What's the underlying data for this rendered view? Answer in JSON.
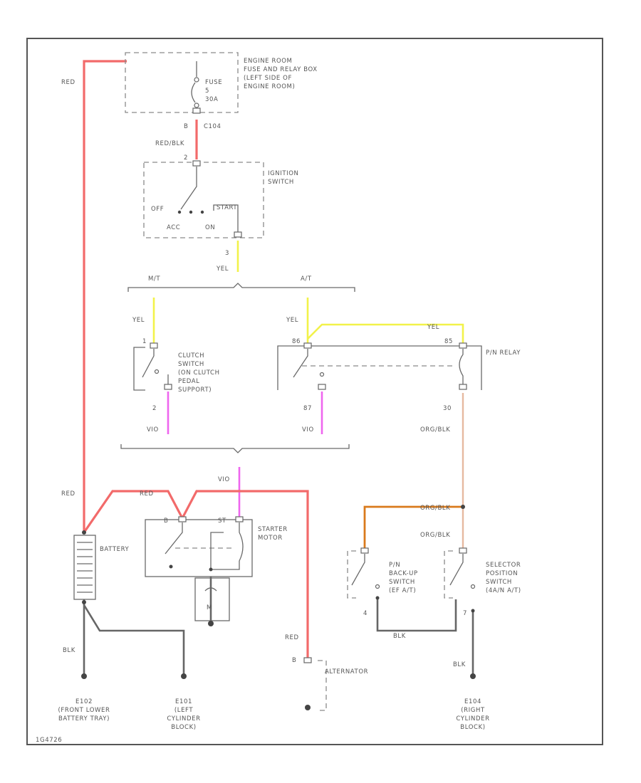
{
  "colors": {
    "red": "#f26a6a",
    "yellow": "#f2f24a",
    "violet": "#ee66ee",
    "orange_black": "#d97a1c",
    "orange_black_tan": "#e6b9a0",
    "black": "#666666",
    "frame": "#555555"
  },
  "wires": {
    "red_top": "RED",
    "red_black": "RED/BLK",
    "yel_main": "YEL",
    "yel_mt": "YEL",
    "yel_at": "YEL",
    "yel_relay": "YEL",
    "vio_clutch": "VIO",
    "vio_pn": "VIO",
    "vio_starter": "VIO",
    "red_battery": "RED",
    "red_starter": "RED",
    "red_alternator": "RED",
    "org_blk_1": "ORG/BLK",
    "org_blk_2": "ORG/BLK",
    "org_blk_3": "ORG/BLK",
    "blk_battery": "BLK",
    "blk_e01": "BLK",
    "blk_switch": "BLK",
    "blk_e04": "BLK"
  },
  "fuse_box": {
    "label": [
      "ENGINE ROOM",
      "FUSE AND RELAY BOX",
      "(LEFT SIDE OF",
      "ENGINE ROOM)"
    ],
    "fuse": [
      "FUSE",
      "5",
      "30A"
    ],
    "connector": "C104",
    "pin": "B"
  },
  "ignition_switch": {
    "label": [
      "IGNITION",
      "SWITCH"
    ],
    "off": "OFF",
    "acc": "ACC",
    "on": "ON",
    "start": "START",
    "pin_top": "2",
    "pin_bottom": "3"
  },
  "branches": {
    "mt": "M/T",
    "at": "A/T"
  },
  "clutch_switch": {
    "label": [
      "CLUTCH",
      "SWITCH",
      "(ON CLUTCH",
      "PEDAL",
      "SUPPORT)"
    ],
    "pin_top": "1",
    "pin_bottom": "2"
  },
  "pn_relay": {
    "label": "P/N RELAY",
    "pin_86": "86",
    "pin_87": "87",
    "pin_85": "85",
    "pin_30": "30"
  },
  "starter": {
    "label": [
      "STARTER",
      "MOTOR"
    ],
    "b": "B",
    "st": "ST",
    "m": "M"
  },
  "battery": {
    "label": "BATTERY"
  },
  "pn_backup": {
    "label": [
      "P/N",
      "BACK-UP",
      "SWITCH",
      "(EF A/T)"
    ],
    "pin": "4"
  },
  "selector": {
    "label": [
      "SELECTOR",
      "POSITION",
      "SWITCH",
      "(4A/N A/T)"
    ],
    "pin": "7"
  },
  "alternator": {
    "label": "ALTERNATOR",
    "b": "B"
  },
  "grounds": [
    {
      "name": [
        "E102",
        "(FRONT LOWER",
        "BATTERY TRAY)"
      ]
    },
    {
      "name": [
        "E101",
        "(LEFT",
        "CYLINDER",
        "BLOCK)"
      ]
    },
    {
      "name": [
        "E104",
        "(RIGHT",
        "CYLINDER",
        "BLOCK)"
      ]
    }
  ],
  "footer_code": "1G4726"
}
